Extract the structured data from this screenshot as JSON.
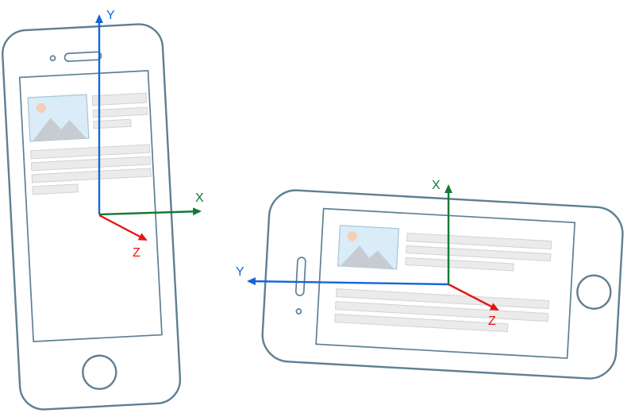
{
  "diagram": {
    "portrait_phone": {
      "axes": {
        "x_label": "X",
        "y_label": "Y",
        "z_label": "Z"
      }
    },
    "landscape_phone": {
      "axes": {
        "x_label": "X",
        "y_label": "Y",
        "z_label": "Z"
      }
    },
    "colors": {
      "axis_x": "#0e7a36",
      "axis_y": "#1565d8",
      "axis_z": "#e51414",
      "phone_outline": "#5e7f93",
      "content_bar": "#ebebeb",
      "content_bar_border": "#d2d2d2",
      "image_bg": "#daecf7",
      "image_border": "#a5c9de",
      "mountain": "#c6ccd1",
      "sun": "#f7cdb5"
    }
  }
}
